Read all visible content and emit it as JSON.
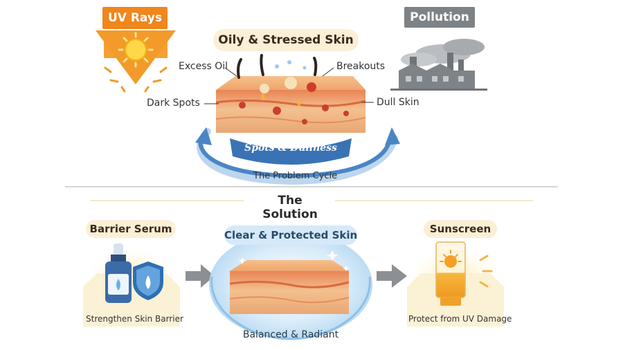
{
  "problem": {
    "uv_label": "UV Rays",
    "pollution_label": "Pollution",
    "title": "Oily & Stressed Skin",
    "callouts": {
      "excess_oil": "Excess Oil",
      "breakouts": "Breakouts",
      "dark_spots": "Dark Spots",
      "dull_skin": "Dull Skin"
    },
    "banner": "Spots & Dullness",
    "cycle_label": "The Problem Cycle"
  },
  "solution": {
    "heading": "The Solution",
    "serum": {
      "title": "Barrier Serum",
      "caption": "Strengthen Skin Barrier"
    },
    "center": {
      "title": "Clear & Protected Skin",
      "caption": "Balanced & Radiant"
    },
    "sunscreen": {
      "title": "Sunscreen",
      "caption": "Protect from UV Damage"
    }
  },
  "colors": {
    "uv_orange": "#f08a1c",
    "pollution_grey": "#7d8286",
    "skin_peach": "#f4b27a",
    "skin_red": "#d8553a",
    "cycle_blue": "#4a86c5",
    "gold": "#f2c14e"
  }
}
